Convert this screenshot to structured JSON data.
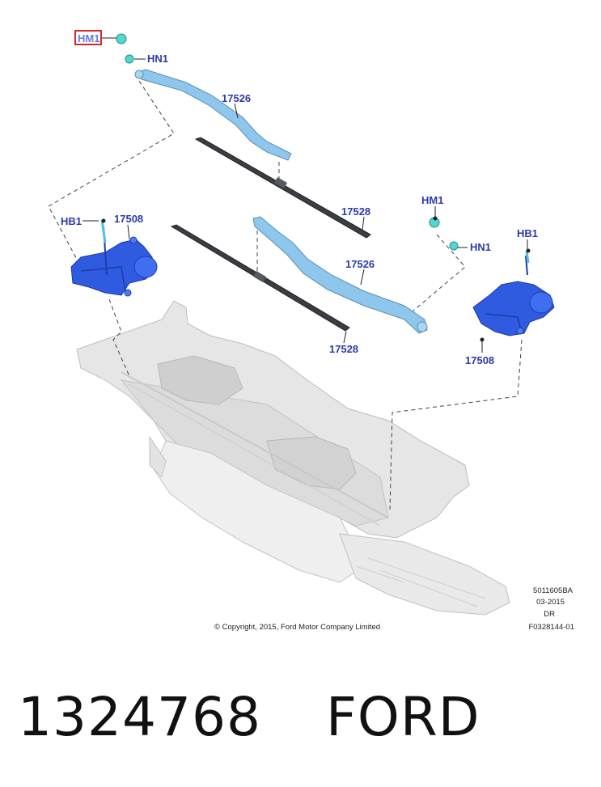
{
  "callouts": {
    "hm1_top": "HM1",
    "hn1_top": "HN1",
    "arm_upper": "17526",
    "blade_upper": "17528",
    "hb1_left": "HB1",
    "motor_left": "17508",
    "hm1_right": "HM1",
    "hn1_right": "HN1",
    "arm_lower": "17526",
    "blade_lower": "17528",
    "hb1_right": "HB1",
    "motor_right": "17508"
  },
  "copyright": "© Copyright, 2015, Ford Motor Company Limited",
  "codes": {
    "code1": "5011605BA",
    "code2": "03-2015",
    "code3": "DR",
    "code4": "F0328144-01"
  },
  "footer": {
    "part_number": "1324768",
    "brand": "FORD"
  },
  "colors": {
    "callout_text": "#2b3aa8",
    "highlight_box": "#d9262b",
    "motor_blue": "#2f5be0",
    "arm_light_blue": "#8ec6ec",
    "blade_dark": "#3a3d43",
    "nut_cyan": "#54d6cf",
    "cowl_gray": "#d9d9d9"
  }
}
